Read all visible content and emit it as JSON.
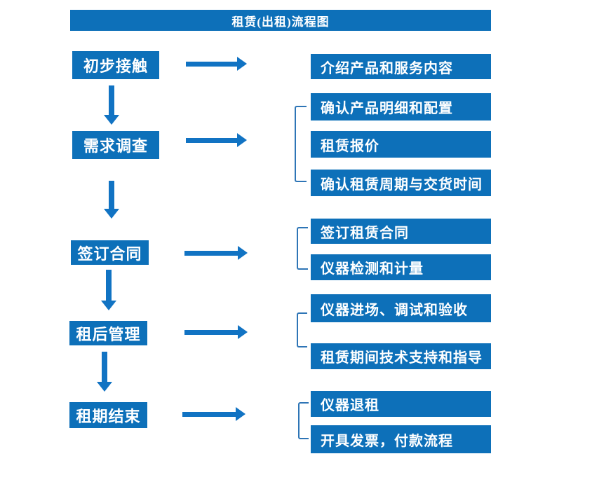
{
  "title": "租赁(出租)流程图",
  "colors": {
    "box_blue": "#0d70b9",
    "arrow_blue": "#1173c3",
    "bracket_blue": "#2e75b6",
    "text_white": "#ffffff"
  },
  "steps": [
    {
      "label": "初步接触",
      "outputs": [
        "介绍产品和服务内容"
      ]
    },
    {
      "label": "需求调查",
      "outputs": [
        "确认产品明细和配置",
        "租赁报价",
        "确认租赁周期与交货时间"
      ]
    },
    {
      "label": "签订合同",
      "outputs": [
        "签订租赁合同",
        "仪器检测和计量"
      ]
    },
    {
      "label": "租后管理",
      "outputs": [
        "仪器进场、调试和验收",
        "租赁期间技术支持和指导"
      ]
    },
    {
      "label": "租期结束",
      "outputs": [
        "仪器退租",
        "开具发票，付款流程"
      ]
    }
  ]
}
